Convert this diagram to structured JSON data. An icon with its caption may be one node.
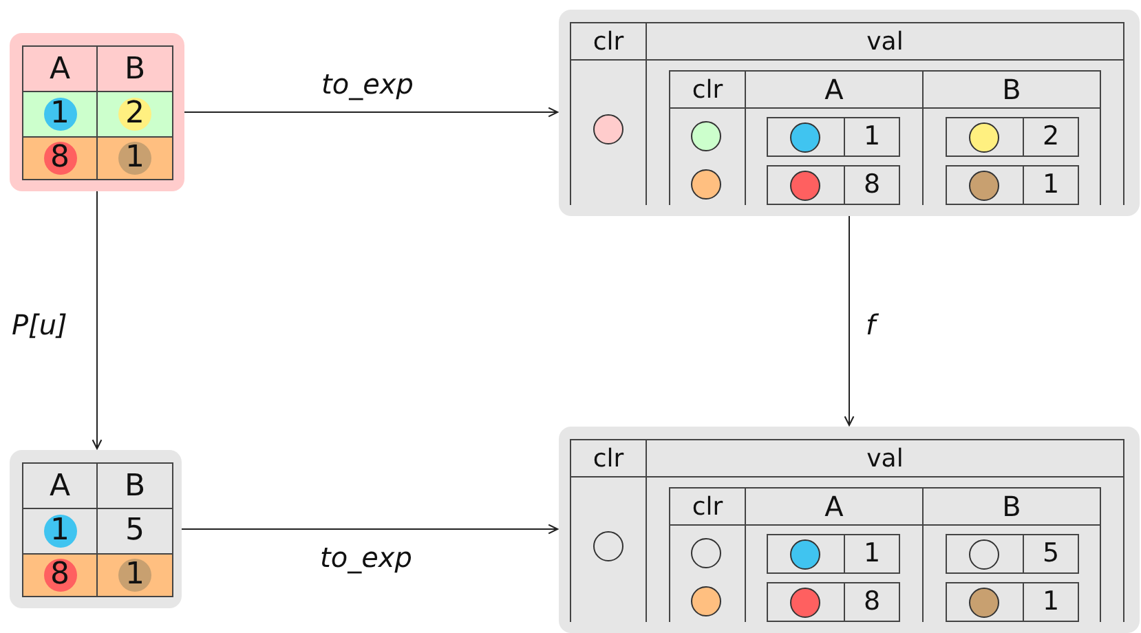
{
  "diagram": {
    "nodes": [
      {
        "text": [],
        "shape": "box"
      },
      {
        "text": [],
        "shape": "box"
      },
      {
        "text": [],
        "shape": "box"
      },
      {
        "text": [],
        "shape": "box"
      }
    ],
    "edges": [
      {
        "from": 0,
        "to": 1,
        "arrow": "to",
        "label": "to_exp"
      },
      {
        "from": 0,
        "to": 2,
        "arrow": "to",
        "label": "P[u]"
      },
      {
        "from": 1,
        "to": 3,
        "arrow": "to",
        "label": "f"
      },
      {
        "from": 2,
        "to": 3,
        "arrow": "to",
        "label": "to_exp"
      }
    ],
    "labels": [
      "A",
      "B",
      "1",
      "2",
      "8",
      "1",
      "clr",
      "val",
      "clr",
      "A",
      "B",
      "1",
      "2",
      "8",
      "1",
      "A",
      "B",
      "1",
      "5",
      "8",
      "1",
      "clr",
      "val",
      "clr",
      "A",
      "B",
      "1",
      "5",
      "8",
      "1"
    ]
  }
}
